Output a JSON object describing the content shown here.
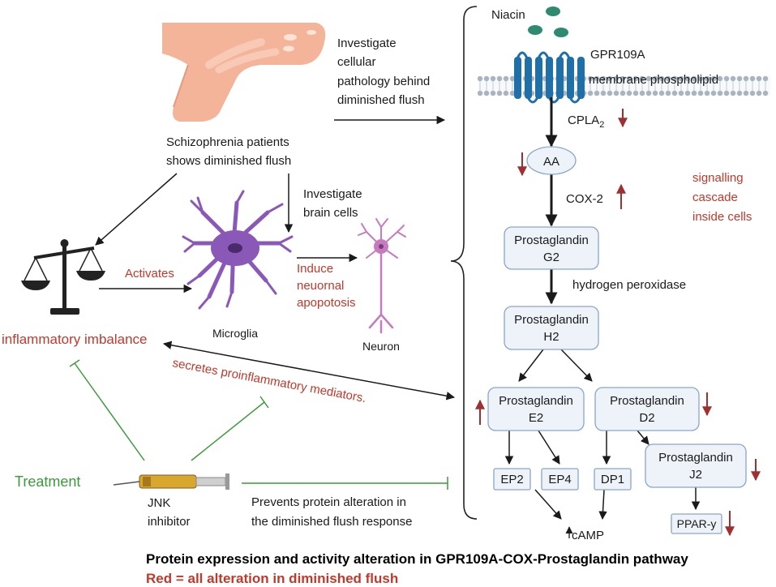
{
  "labels": {
    "niacin": "Niacin",
    "gpr109a": "GPR109A",
    "membrane": "membrane phospholipid",
    "cpla2": "CPLA",
    "cpla2_sub": "2",
    "aa": "AA",
    "cox2": "COX-2",
    "signalling_1": "signalling",
    "signalling_2": "cascade",
    "signalling_3": "inside  cells",
    "hydrogen_peroxidase": "hydrogen peroxidase",
    "investigate_cellular_1": "Investigate",
    "investigate_cellular_2": "cellular",
    "investigate_cellular_3": "pathology behind",
    "investigate_cellular_4": "diminished flush",
    "patients_1": "Schizophrenia patients",
    "patients_2": "shows diminished flush",
    "investigate_brain_1": "Investigate",
    "investigate_brain_2": "brain cells",
    "activates": "Activates",
    "induce_1": "Induce",
    "induce_2": "neuornal",
    "induce_3": "apopotosis",
    "microglia": "Microglia",
    "neuron": "Neuron",
    "inflammatory": "inflammatory  imbalance",
    "secretes": "secretes proinflammatory mediators.",
    "treatment": "Treatment",
    "jnk_1": "JNK",
    "jnk_2": "inhibitor",
    "prevents_1": "Prevents protein alteration  in",
    "prevents_2": "the diminished flush response",
    "camp": "cAMP",
    "footer_1": "Protein expression and activity alteration  in GPR109A-COX-Prostaglandin pathway",
    "footer_2": "Red = all alteration in diminished flush"
  },
  "boxes": {
    "pg_g2": [
      "Prostaglandin",
      "G2"
    ],
    "pg_h2": [
      "Prostaglandin",
      "H2"
    ],
    "pg_e2": [
      "Prostaglandin",
      "E2"
    ],
    "pg_d2": [
      "Prostaglandin",
      "D2"
    ],
    "pg_j2": [
      "Prostaglandin",
      "J2"
    ],
    "ep2": "EP2",
    "ep4": "EP4",
    "dp1": "DP1",
    "ppar": "PPAR-y"
  },
  "colors": {
    "red": "#c0392b",
    "green": "#3c9a3c",
    "receptor": "#1f6fa8",
    "microglia": "#8a59b8",
    "neuron": "#c77bbf",
    "syringe": "#d9a62e"
  }
}
